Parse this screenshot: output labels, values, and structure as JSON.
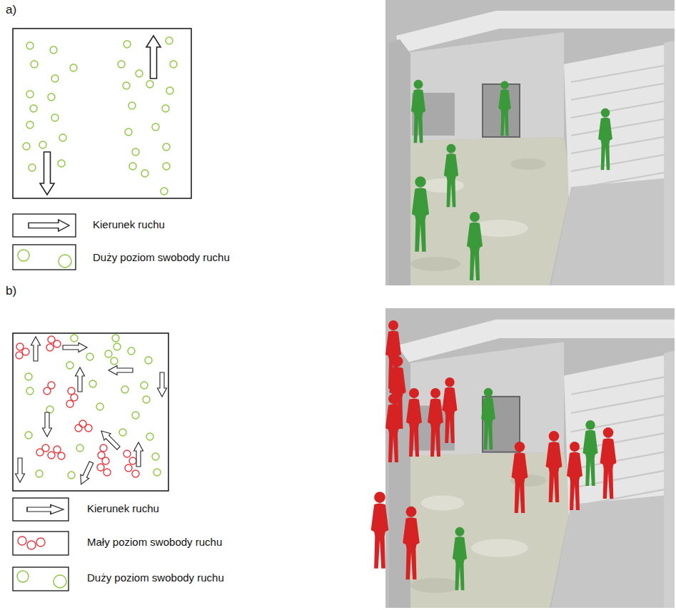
{
  "diagram": {
    "labels": [
      "a)",
      "b)"
    ],
    "legend": [
      {
        "text": "Kierunek ruchu"
      },
      {
        "text": "Duży poziom swobody ruchu"
      },
      {
        "text": "Kierunek ruchu"
      },
      {
        "text": "Mały poziom swobody ruchu"
      },
      {
        "text": "Duży poziom swobody ruchu"
      }
    ]
  }
}
